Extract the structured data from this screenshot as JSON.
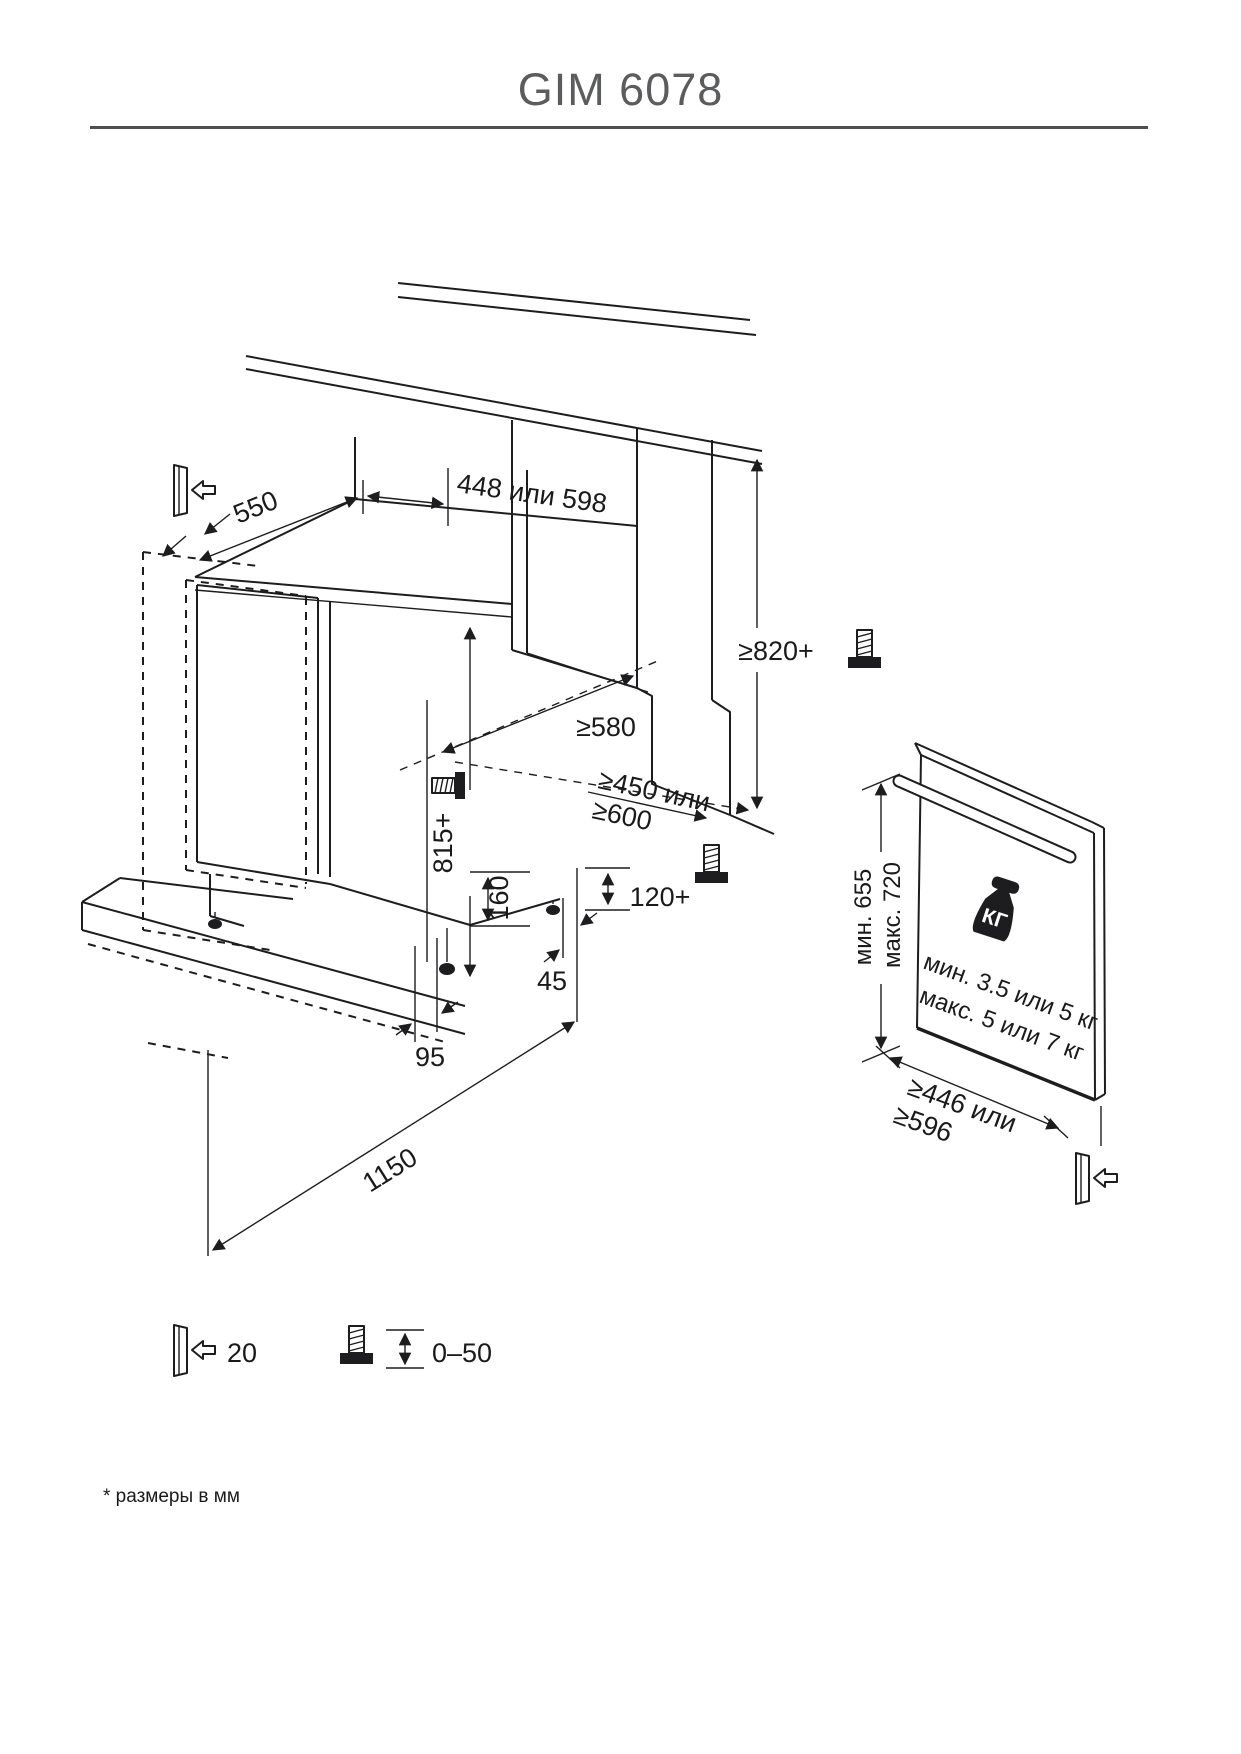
{
  "page": {
    "title": "GIM 6078",
    "footnote": "* размеры в мм"
  },
  "colors": {
    "line": "#1d1d1f",
    "text": "#1a1a1a",
    "title": "#5b5c5e"
  },
  "dimensions": {
    "top_depth": "550",
    "cutout_width": "448 или 598",
    "niche_height": "≥820+",
    "niche_depth": "≥580",
    "clearance_min": "≥450 или",
    "clearance_alt": "≥600",
    "appliance_height": "815+",
    "base_height": "160",
    "plinth_height": "120+",
    "foot_side": "45",
    "foot_front": "95",
    "door_reach": "1150"
  },
  "panel": {
    "kg_badge": "КГ",
    "height_min": "мин. 655",
    "height_max": "макс. 720",
    "weight_min": "мин. 3.5 или 5 кг",
    "weight_max": "макс. 5 или 7 кг",
    "width_min": "≥446 или",
    "width_alt": "≥596"
  },
  "legend": {
    "door_gap": "20",
    "feet_range": "0–50"
  }
}
